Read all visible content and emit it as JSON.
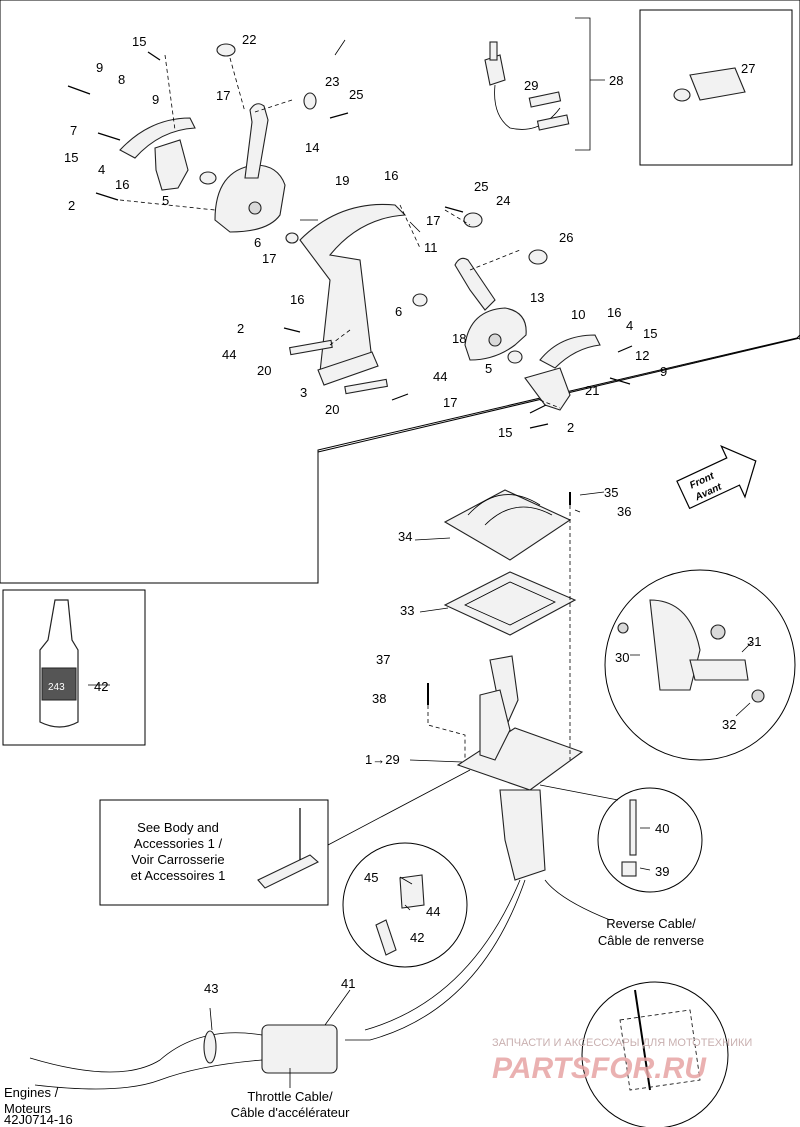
{
  "diagram": {
    "callouts_top": [
      "15",
      "9",
      "8",
      "9",
      "7",
      "15",
      "4",
      "16",
      "2",
      "5",
      "17",
      "22",
      "14",
      "23",
      "25",
      "19",
      "16",
      "17",
      "6",
      "11",
      "17",
      "16",
      "6",
      "25",
      "24",
      "26",
      "29",
      "28",
      "27",
      "13",
      "10",
      "16",
      "4",
      "15",
      "12",
      "9",
      "21",
      "18",
      "5",
      "2",
      "44",
      "20",
      "3",
      "20",
      "44",
      "17",
      "15",
      "2"
    ],
    "callouts_bottom": [
      "35",
      "36",
      "34",
      "33",
      "37",
      "38",
      "1",
      "29",
      "30",
      "31",
      "32",
      "40",
      "39",
      "45",
      "44",
      "42",
      "43",
      "41",
      "42"
    ],
    "front_arrow": {
      "line1": "Front",
      "line2": "Avant"
    },
    "arrow_1_29": "1→29",
    "body_note": [
      "See Body and",
      "Accessories 1 /",
      "Voir Carrosserie",
      "et Accessoires 1"
    ],
    "reverse_cable": [
      "Reverse Cable/",
      "Câble de renverse"
    ],
    "throttle_cable": [
      "Throttle Cable/",
      "Câble d'accélérateur"
    ],
    "engines": [
      "Engines /",
      "Moteurs"
    ],
    "code": "42J0714-16",
    "loctite_label": "243",
    "watermark_small": "ЗАПЧАСТИ И АКСЕССУАРЫ ДЛЯ МОТОТЕХНИКИ",
    "watermark_big": "PARTSFOR.RU"
  }
}
